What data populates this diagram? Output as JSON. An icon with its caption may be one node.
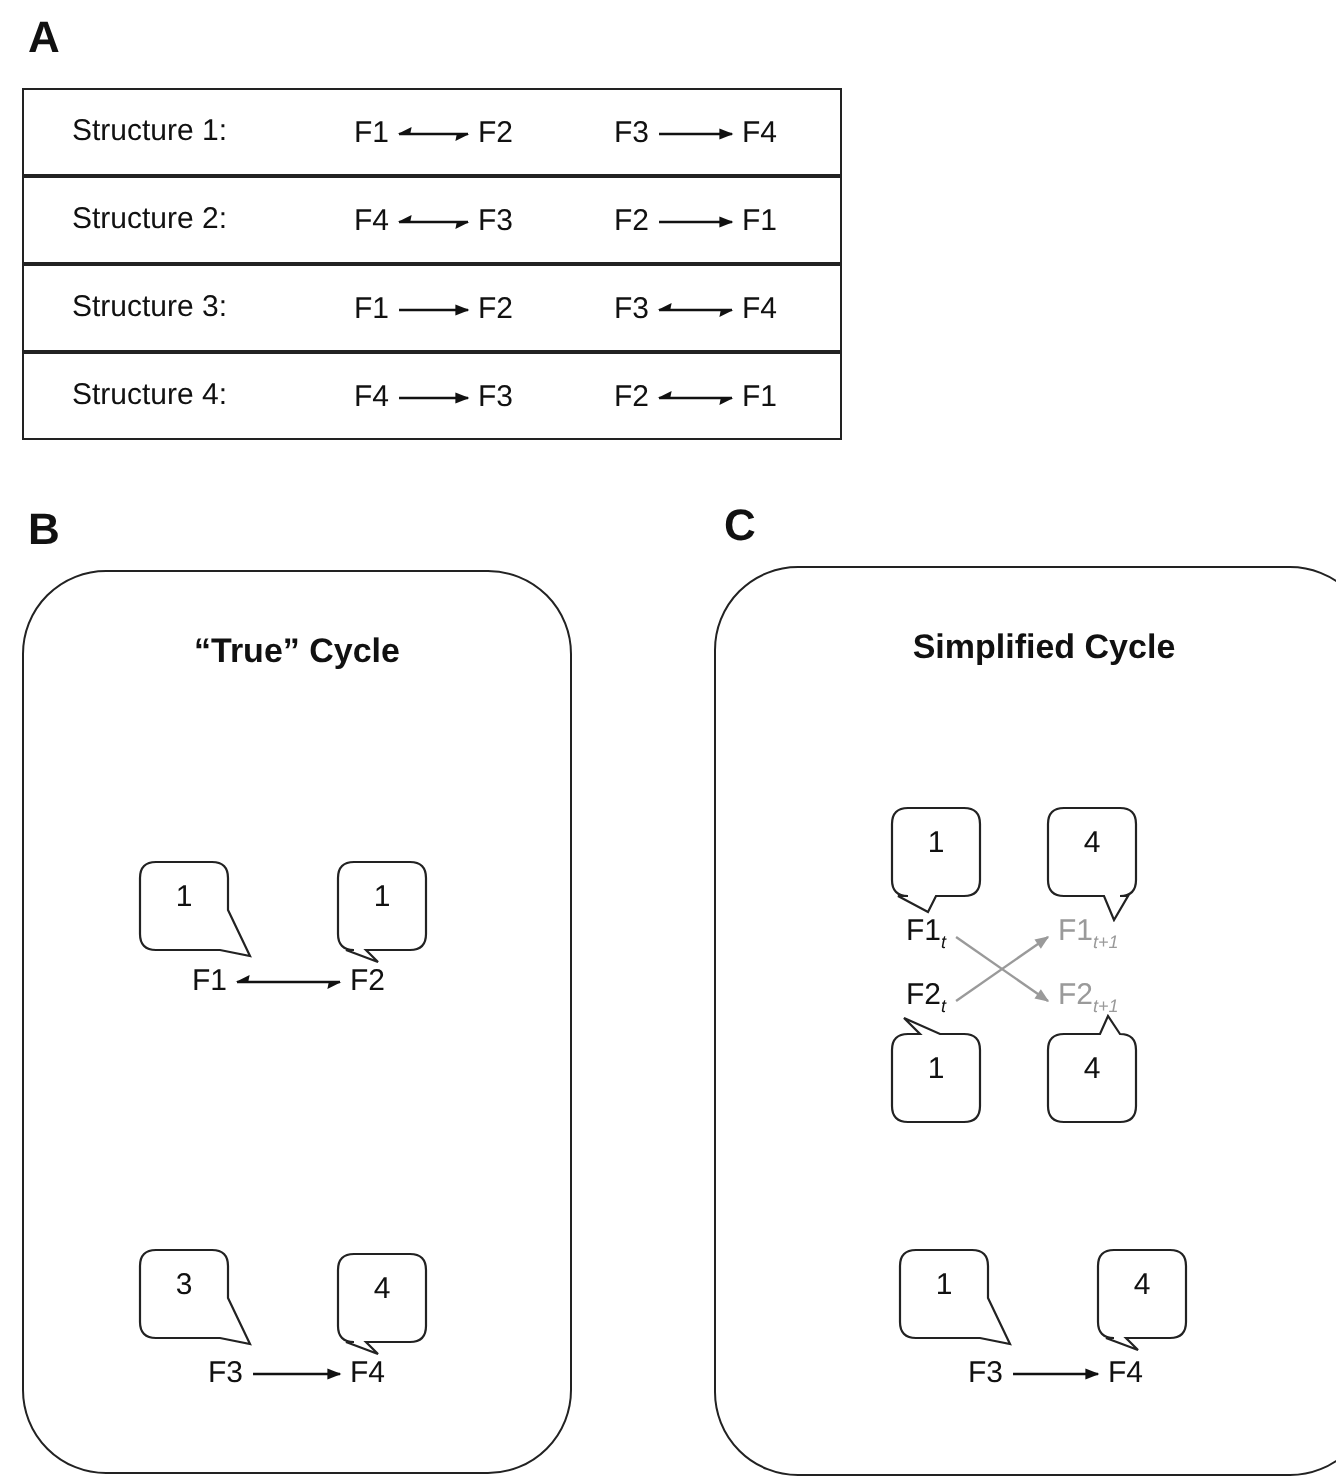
{
  "diagram": {
    "nodes": [
      {
        "text": [
          "Structure 1:"
        ]
      },
      {
        "text": [
          "F1"
        ],
        "in": 0
      },
      {
        "text": [
          "F2"
        ],
        "in": 0
      },
      {
        "text": [
          "F3"
        ],
        "in": 0
      },
      {
        "text": [
          "F4"
        ],
        "in": 0
      },
      {
        "text": [
          "Structure 2:"
        ]
      },
      {
        "text": [
          "F4"
        ],
        "in": 5
      },
      {
        "text": [
          "F3"
        ],
        "in": 5
      },
      {
        "text": [
          "F2"
        ],
        "in": 5
      },
      {
        "text": [
          "F1"
        ],
        "in": 5
      },
      {
        "text": [
          "Structure 3:"
        ]
      },
      {
        "text": [
          "F1"
        ],
        "in": 10
      },
      {
        "text": [
          "F2"
        ],
        "in": 10
      },
      {
        "text": [
          "F3"
        ],
        "in": 10
      },
      {
        "text": [
          "F4"
        ],
        "in": 10
      },
      {
        "text": [
          "Structure 4:"
        ]
      },
      {
        "text": [
          "F4"
        ],
        "in": 15
      },
      {
        "text": [
          "F3"
        ],
        "in": 15
      },
      {
        "text": [
          "F2"
        ],
        "in": 15
      },
      {
        "text": [
          "F1"
        ],
        "in": 15
      },
      {
        "text": [
          "“True” Cycle"
        ]
      },
      {
        "text": [
          "1"
        ],
        "in": 20
      },
      {
        "text": [
          "1"
        ],
        "in": 20
      },
      {
        "text": [
          "F1"
        ],
        "in": 20
      },
      {
        "text": [
          "F2"
        ],
        "in": 20
      },
      {
        "text": [
          "3"
        ],
        "in": 20
      },
      {
        "text": [
          "4"
        ],
        "in": 20
      },
      {
        "text": [
          "F3"
        ],
        "in": 20
      },
      {
        "text": [
          "F4"
        ],
        "in": 20
      },
      {
        "text": [
          "Simplified Cycle"
        ]
      },
      {
        "text": [
          "1"
        ],
        "in": 29
      },
      {
        "text": [
          "4"
        ],
        "in": 29
      },
      {
        "text": [
          "F1$_{t}$"
        ],
        "in": 29
      },
      {
        "text": [
          "F1$_{t+1}$"
        ],
        "in": 29
      },
      {
        "text": [
          "F2$_{t}$"
        ],
        "in": 29
      },
      {
        "text": [
          "F2$_{t+1}$"
        ],
        "in": 29
      },
      {
        "text": [
          "1"
        ],
        "in": 29
      },
      {
        "text": [
          "4"
        ],
        "in": 29
      },
      {
        "text": [
          "1"
        ],
        "in": 29
      },
      {
        "text": [
          "4"
        ],
        "in": 29
      },
      {
        "text": [
          "F3"
        ],
        "in": 29
      },
      {
        "text": [
          "F4"
        ],
        "in": 29
      }
    ],
    "edges": [
      {
        "from": 1,
        "to": 2,
        "arrow": "both"
      },
      {
        "from": 3,
        "to": 4,
        "arrow": "to"
      },
      {
        "from": 6,
        "to": 7,
        "arrow": "both"
      },
      {
        "from": 8,
        "to": 9,
        "arrow": "to"
      },
      {
        "from": 11,
        "to": 12,
        "arrow": "to"
      },
      {
        "from": 13,
        "to": 14,
        "arrow": "both"
      },
      {
        "from": 16,
        "to": 17,
        "arrow": "to"
      },
      {
        "from": 18,
        "to": 19,
        "arrow": "both"
      },
      {
        "from": 23,
        "to": 24,
        "arrow": "both"
      },
      {
        "from": 27,
        "to": 28,
        "arrow": "to"
      },
      {
        "from": 32,
        "to": 35,
        "arrow": "to",
        "color": "#9a9a9a"
      },
      {
        "from": 34,
        "to": 33,
        "arrow": "to",
        "color": "#9a9a9a"
      },
      {
        "from": 40,
        "to": 41,
        "arrow": "to"
      }
    ],
    "labels": [
      "A",
      "B",
      "C"
    ]
  }
}
